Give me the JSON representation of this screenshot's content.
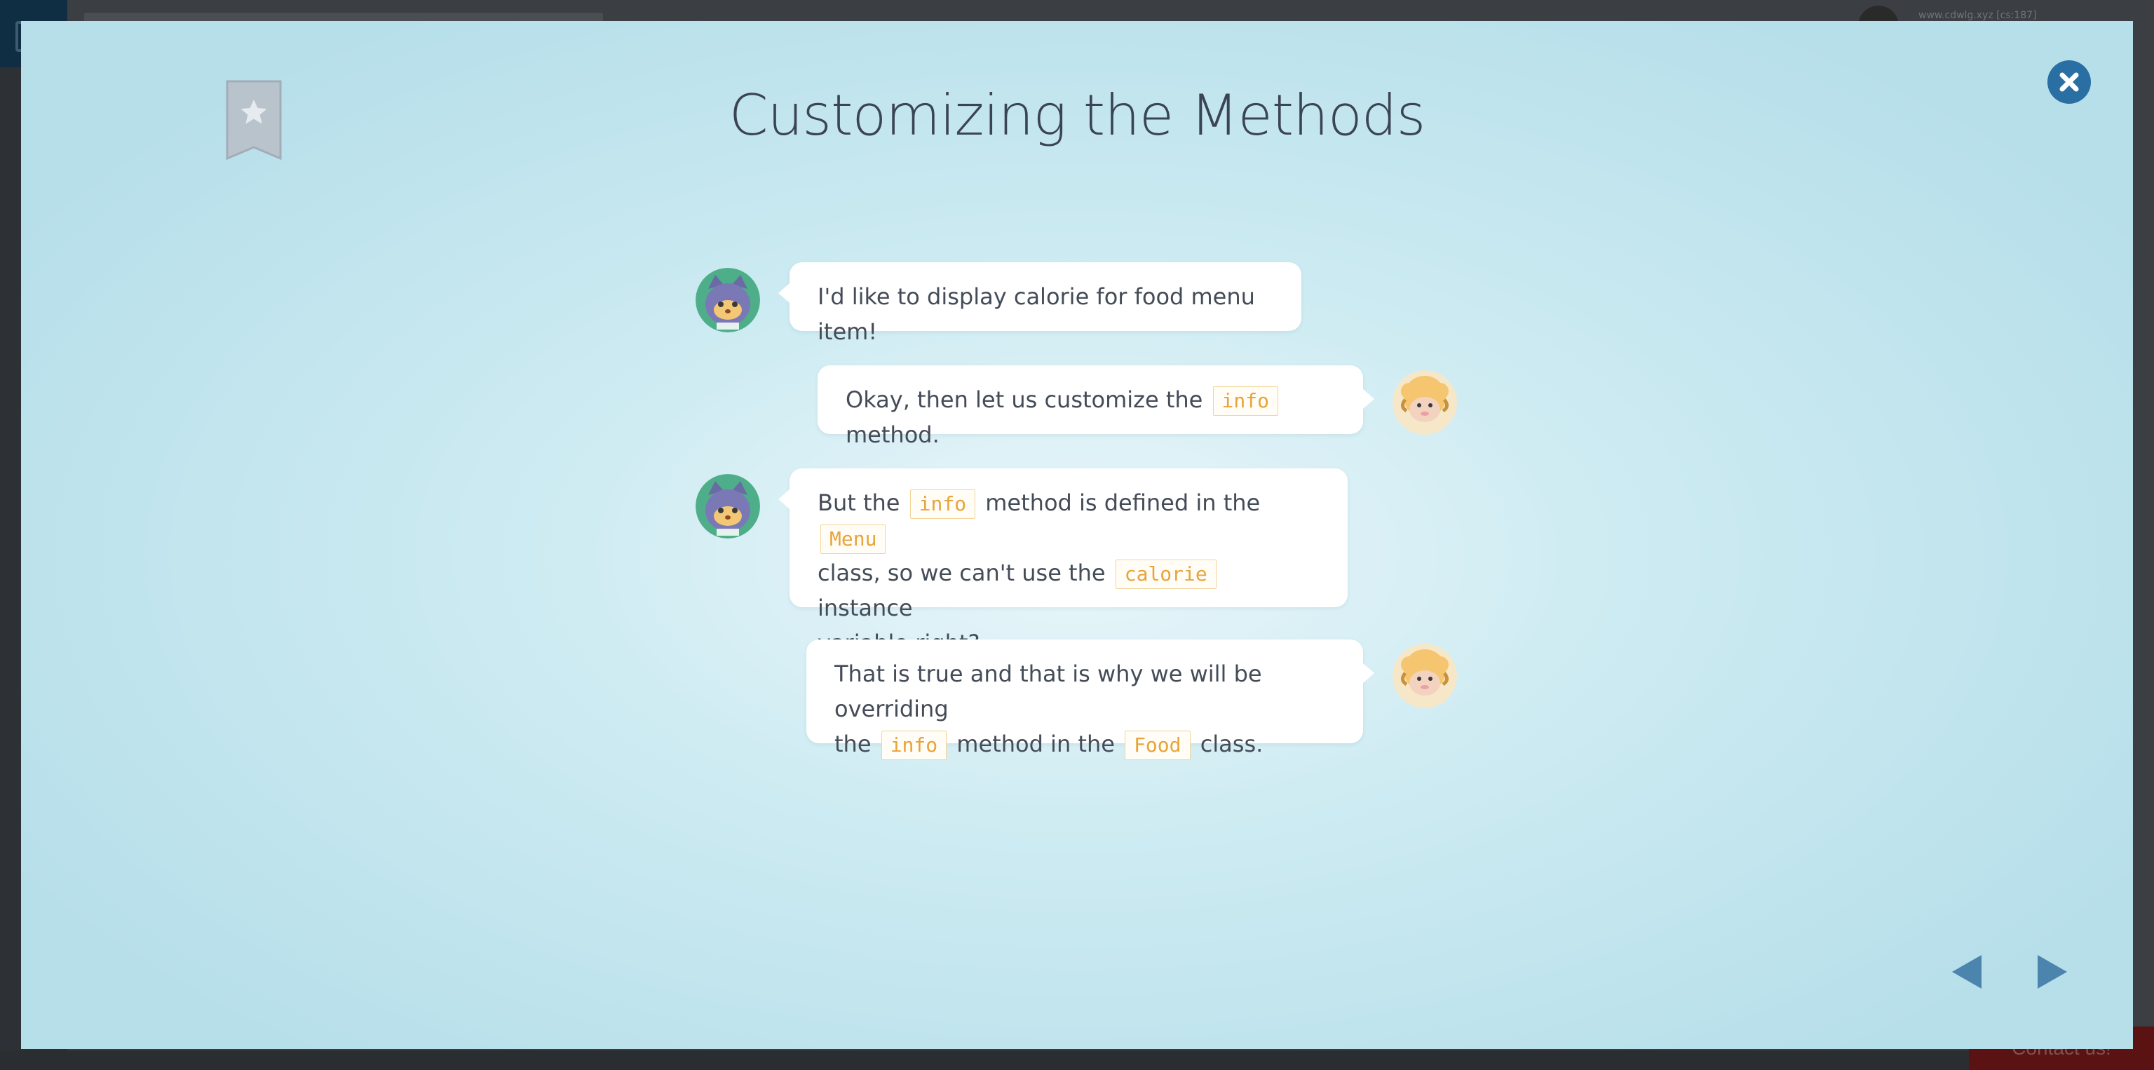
{
  "background": {
    "url_text": "www.cdwlg.xyz [cs:187]",
    "contact_label": "Contact us!"
  },
  "modal": {
    "title": "Customizing the Methods",
    "colors": {
      "accent": "#2a6fa3",
      "code_text": "#e8a33a",
      "title_text": "#3b4452"
    }
  },
  "dialogue": [
    {
      "speaker": "cat",
      "side": "left",
      "parts": [
        "I'd like to display calorie for food menu item!"
      ]
    },
    {
      "speaker": "sheep",
      "side": "right",
      "parts": [
        "Okay, then let us customize the ",
        "info",
        " method."
      ]
    },
    {
      "speaker": "cat",
      "side": "left",
      "line1": [
        "But the ",
        "info",
        " method is defined in the ",
        "Menu"
      ],
      "line2": [
        "class, so we can't use the ",
        "calorie",
        " instance"
      ],
      "line3": [
        "variable right?"
      ]
    },
    {
      "speaker": "sheep",
      "side": "right",
      "line1": [
        "That is true and that is why we will be overriding"
      ],
      "line2": [
        "the ",
        "info",
        " method in the ",
        "Food",
        " class."
      ]
    }
  ],
  "icons": {
    "bookmark": "bookmark-star-icon",
    "close": "close-icon",
    "prev": "triangle-left-icon",
    "next": "triangle-right-icon"
  }
}
